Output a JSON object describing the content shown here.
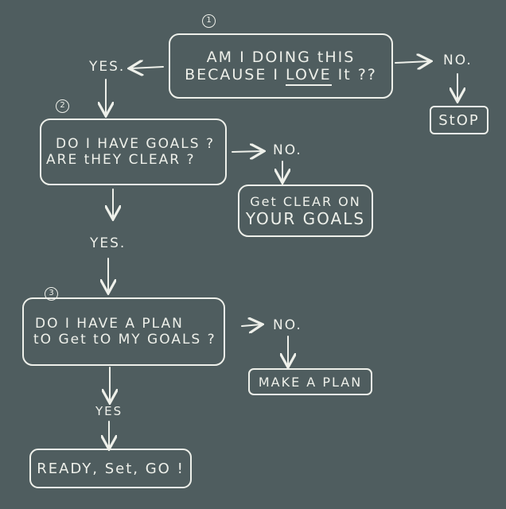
{
  "steps": {
    "q1": {
      "number": "1",
      "line1": "AM I DOING tHIS",
      "line2_pre": "BECAUSE I ",
      "line2_em": "LOVE",
      "line2_post": " It ??"
    },
    "q2": {
      "number": "2",
      "line1": "DO I HAVE GOALS ?",
      "line2": "ARE tHEY CLEAR ?"
    },
    "q3": {
      "number": "3",
      "line1": "DO I HAVE A PLAN",
      "line2": "tO Get tO MY GOALS ?"
    }
  },
  "outcomes": {
    "stop": "StOP",
    "get_clear_line1": "Get CLEAR ON",
    "get_clear_line2": "YOUR GOALS",
    "make_plan": "MAKE A PLAN",
    "ready": "READY, Set, GO !"
  },
  "labels": {
    "yes_1": "YES.",
    "no_1": "NO.",
    "no_2": "NO.",
    "yes_2": "YES.",
    "no_3": "NO.",
    "yes_3": "YES"
  },
  "colors": {
    "background": "#4f5d5f",
    "chalk": "#eef0ea"
  }
}
